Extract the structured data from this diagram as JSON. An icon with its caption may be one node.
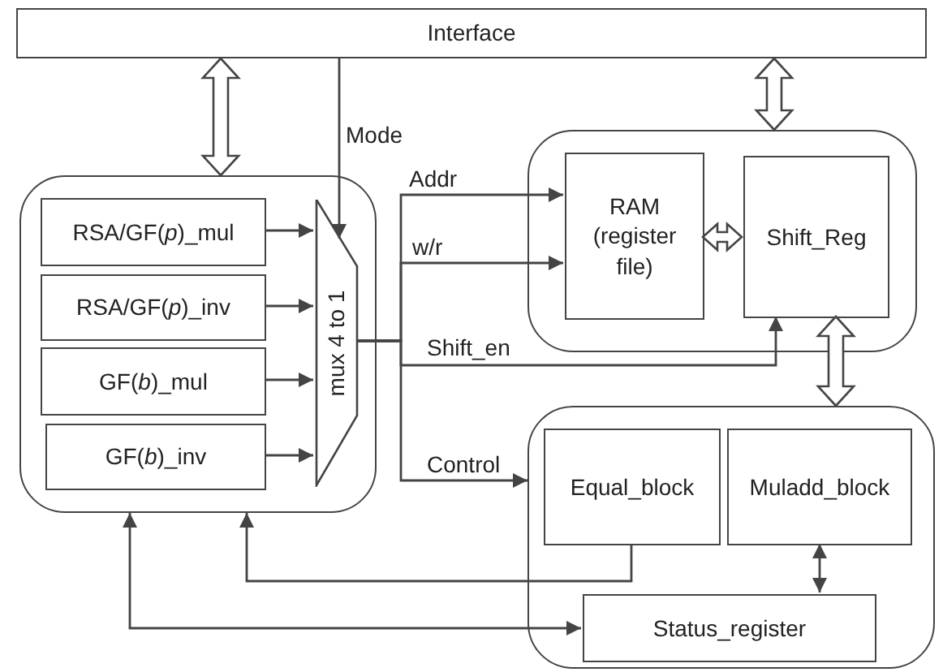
{
  "diagram": {
    "nodes": [
      {
        "text": [
          "Interface"
        ]
      },
      {
        "text": [],
        "shape": "box"
      },
      {
        "text": [
          "RSA/GF(*p*)_mul"
        ],
        "in": 1
      },
      {
        "text": [
          "RSA/GF(*p*)_inv"
        ],
        "in": 1
      },
      {
        "text": [
          "GF(*b*)_mul"
        ],
        "in": 1
      },
      {
        "text": [
          "GF(*b*)_inv"
        ],
        "in": 1
      },
      {
        "text": [
          "mux 4 to 1"
        ],
        "in": 1
      },
      {
        "text": [],
        "shape": "box"
      },
      {
        "text": [
          "RAM (register file)"
        ],
        "in": 7
      },
      {
        "text": [
          "Shift_Reg"
        ],
        "in": 7
      },
      {
        "text": [],
        "shape": "box"
      },
      {
        "text": [
          "Equal_block"
        ],
        "in": 10
      },
      {
        "text": [
          "Muladd_block"
        ],
        "in": 10
      },
      {
        "text": [
          "Status_register"
        ],
        "in": 10
      }
    ],
    "edges": [
      {
        "from": 0,
        "to": 1,
        "arrow": "both",
        "style": "thick"
      },
      {
        "from": 0,
        "to": 6,
        "arrow": "to",
        "label": "Mode"
      },
      {
        "from": 2,
        "to": 6,
        "arrow": "to"
      },
      {
        "from": 3,
        "to": 6,
        "arrow": "to"
      },
      {
        "from": 4,
        "to": 6,
        "arrow": "to"
      },
      {
        "from": 5,
        "to": 6,
        "arrow": "to"
      },
      {
        "from": 6,
        "to": 8,
        "arrow": "to",
        "label": "Addr"
      },
      {
        "from": 6,
        "to": 8,
        "arrow": "to",
        "label": "w/r"
      },
      {
        "from": 6,
        "to": 9,
        "arrow": "to",
        "label": "Shift_en"
      },
      {
        "from": 6,
        "to": 10,
        "arrow": "to",
        "label": "Control"
      },
      {
        "from": 8,
        "to": 9,
        "arrow": "both",
        "style": "thick"
      },
      {
        "from": 9,
        "to": 10,
        "arrow": "both",
        "style": "thick"
      },
      {
        "from": 0,
        "to": 7,
        "arrow": "both",
        "style": "thick"
      },
      {
        "from": 11,
        "to": 1,
        "arrow": "to"
      },
      {
        "from": 1,
        "to": 13,
        "arrow": "both"
      },
      {
        "from": 12,
        "to": 13,
        "arrow": "both"
      }
    ]
  }
}
